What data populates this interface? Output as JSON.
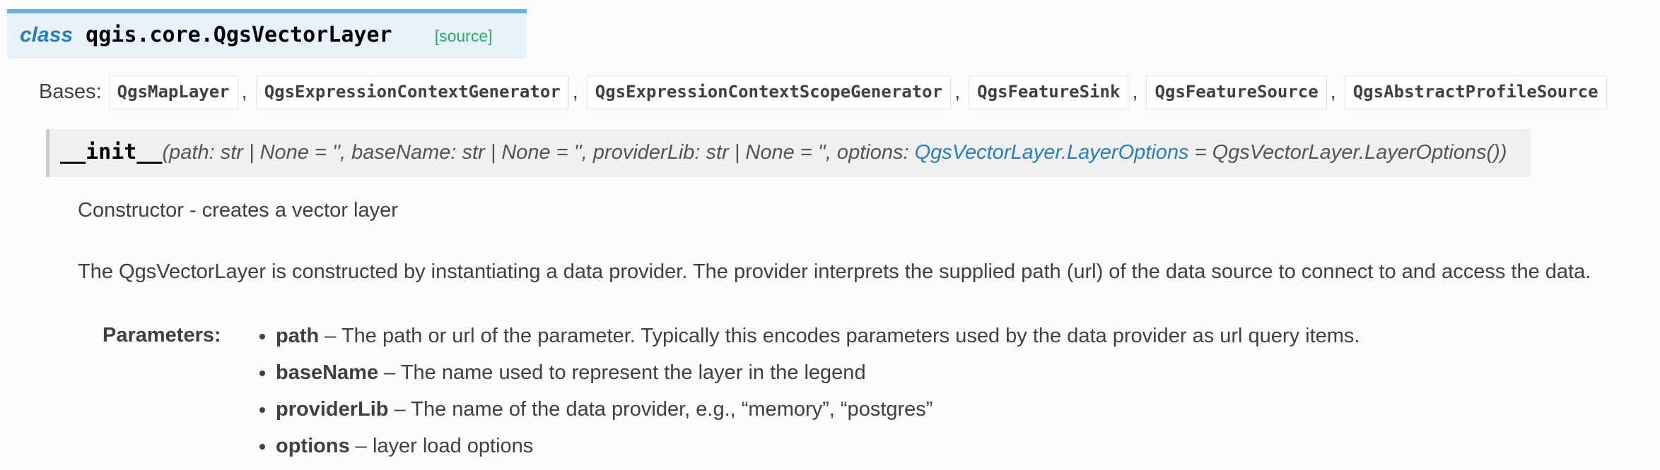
{
  "colors": {
    "page_background": "#fcfcfc",
    "header_background": "#e7f2fa",
    "header_accent_border": "#6ab0de",
    "keyword_blue": "#2980b9",
    "source_green": "#27ae60",
    "body_text": "#404040",
    "signature_background": "#f0f0f0",
    "signature_border": "#cccccc",
    "signature_text": "#555555",
    "link_blue": "#2980b9",
    "code_box_border": "#e1e4e5"
  },
  "class_header": {
    "keyword": "class",
    "name": "qgis.core.QgsVectorLayer",
    "source_link": "[source]"
  },
  "bases": {
    "label": "Bases:",
    "separator": ",",
    "items": [
      "QgsMapLayer",
      "QgsExpressionContextGenerator",
      "QgsExpressionContextScopeGenerator",
      "QgsFeatureSink",
      "QgsFeatureSource",
      "QgsAbstractProfileSource"
    ]
  },
  "constructor": {
    "name": "__init__",
    "signature_pre": "(path: str | None = '', baseName: str | None = '', providerLib: str | None = '', options: ",
    "signature_link": "QgsVectorLayer.LayerOptions",
    "signature_post": " = QgsVectorLayer.LayerOptions())"
  },
  "description": {
    "short": "Constructor - creates a vector layer",
    "long": "The QgsVectorLayer is constructed by instantiating a data provider. The provider interprets the supplied path (url) of the data source to connect to and access the data."
  },
  "parameters": {
    "label": "Parameters:",
    "separator": " – ",
    "items": [
      {
        "name": "path",
        "description": "The path or url of the parameter. Typically this encodes parameters used by the data provider as url query items."
      },
      {
        "name": "baseName",
        "description": "The name used to represent the layer in the legend"
      },
      {
        "name": "providerLib",
        "description": "The name of the data provider, e.g., “memory”, “postgres”"
      },
      {
        "name": "options",
        "description": "layer load options"
      }
    ]
  }
}
